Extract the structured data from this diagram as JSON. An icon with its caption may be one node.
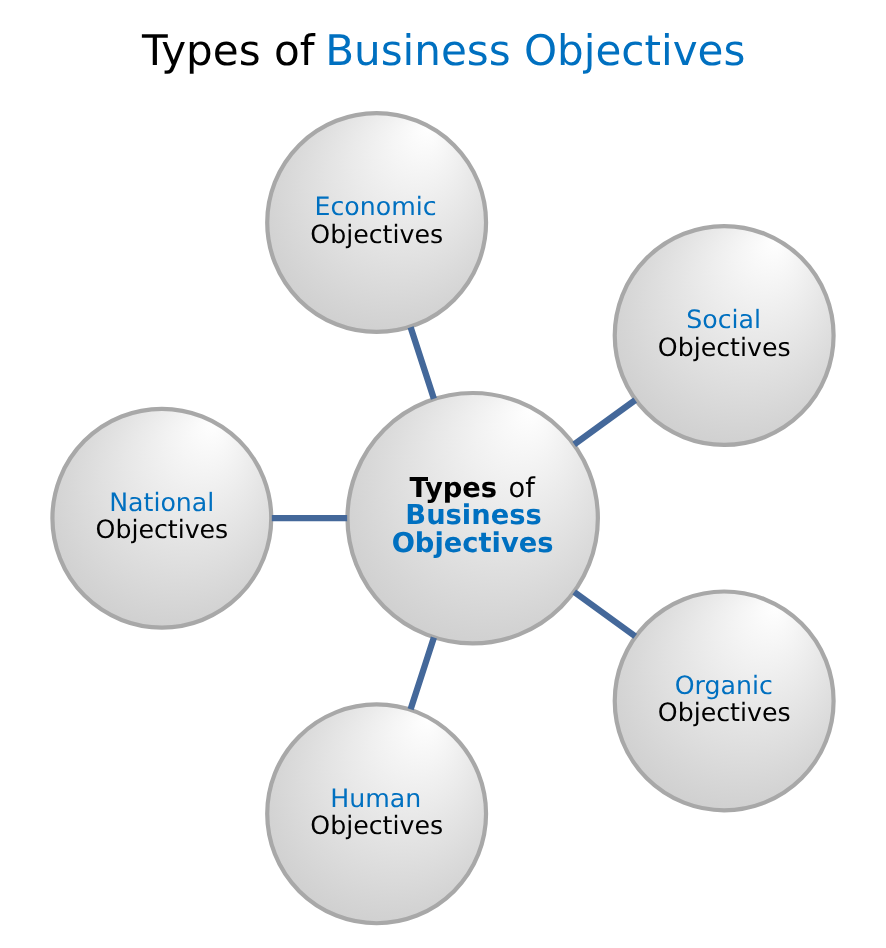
{
  "diagram": {
    "title": "Types of Business Objectives",
    "nodes": [
      {
        "text": [
          "Economic Objectives"
        ]
      },
      {
        "text": [
          "National Objectives"
        ]
      },
      {
        "text": [
          "Social Objectives"
        ]
      },
      {
        "text": [
          "Types of Business Objectives"
        ]
      },
      {
        "text": [
          "Human Objectives"
        ]
      },
      {
        "text": [
          "Organic Objectives"
        ]
      }
    ],
    "edges": [
      {
        "from": 3,
        "to": 0,
        "arrow": "none"
      },
      {
        "from": 3,
        "to": 2,
        "arrow": "none"
      },
      {
        "from": 3,
        "to": 5,
        "arrow": "none"
      },
      {
        "from": 3,
        "to": 4,
        "arrow": "none"
      },
      {
        "from": 3,
        "to": 1,
        "arrow": "none"
      }
    ]
  }
}
